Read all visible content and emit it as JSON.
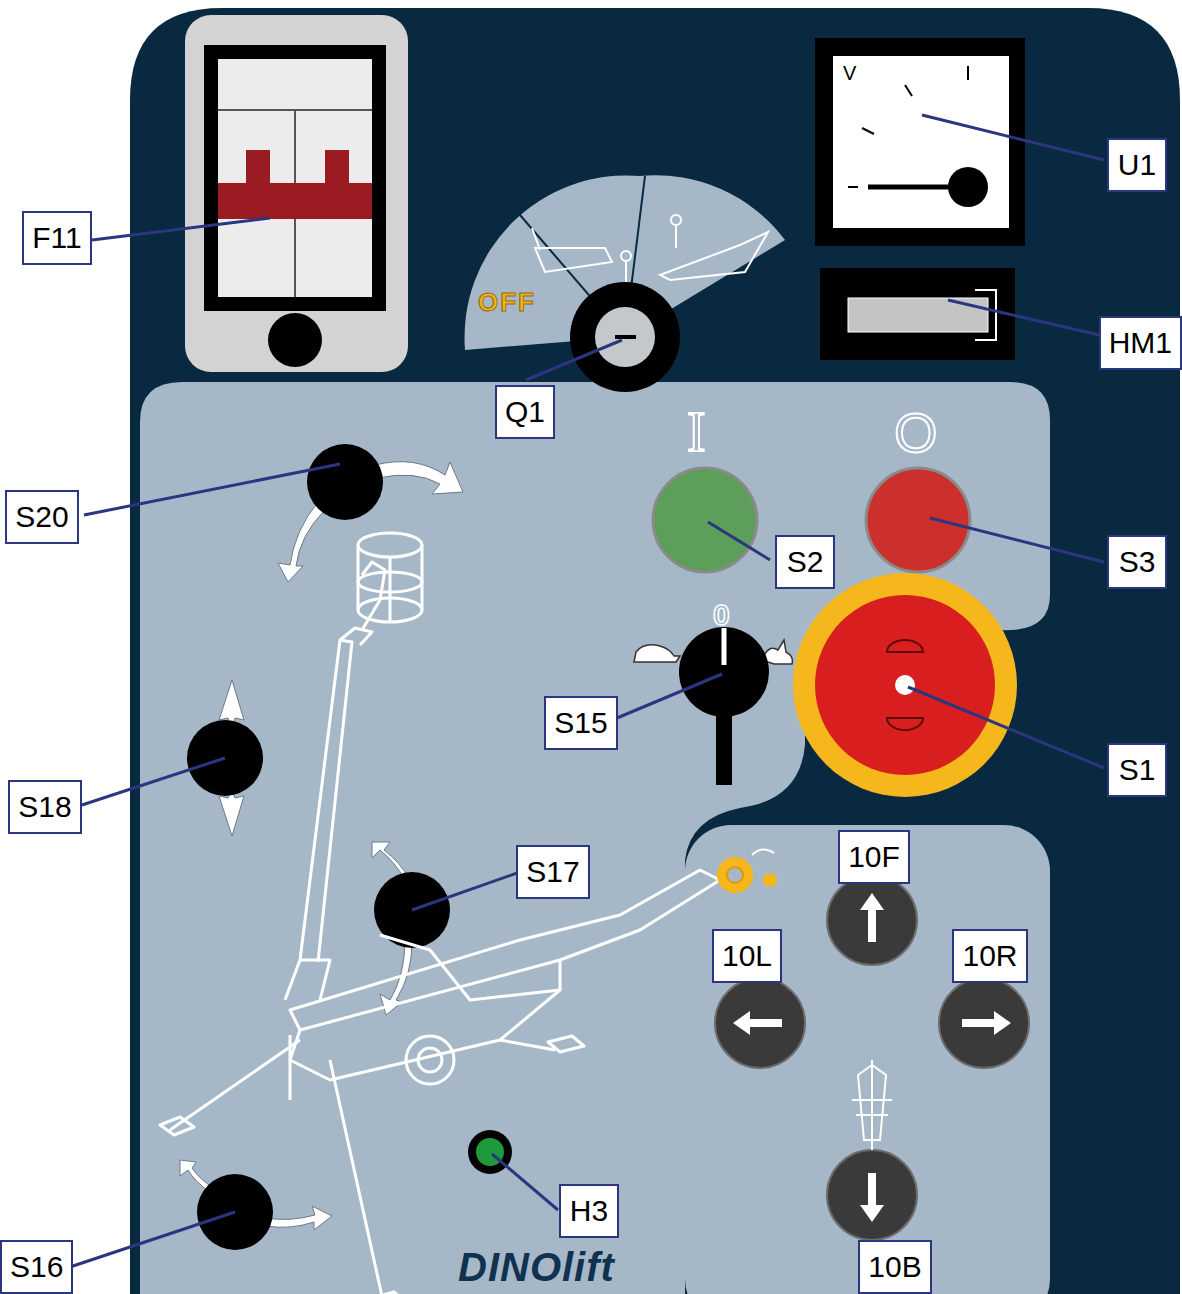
{
  "diagram": {
    "nodes": [
      {
        "text": [
          "U1"
        ]
      },
      {
        "text": [
          "F11"
        ]
      },
      {
        "text": [
          "HM1"
        ]
      },
      {
        "text": [
          "Q1"
        ]
      },
      {
        "text": [
          "S20"
        ]
      },
      {
        "text": [
          "S2"
        ]
      },
      {
        "text": [
          "S3"
        ]
      },
      {
        "text": [
          "S15"
        ]
      },
      {
        "text": [
          "S1"
        ]
      },
      {
        "text": [
          "S18"
        ]
      },
      {
        "text": [
          "S17"
        ]
      },
      {
        "text": [
          "10F"
        ]
      },
      {
        "text": [
          "10L"
        ]
      },
      {
        "text": [
          "10R"
        ]
      },
      {
        "text": [
          "H3"
        ]
      },
      {
        "text": [
          "S16"
        ]
      },
      {
        "text": [
          "10B"
        ]
      }
    ],
    "labels": [
      "OFF",
      "V",
      "I",
      "O",
      "0",
      "DINOlift"
    ]
  }
}
